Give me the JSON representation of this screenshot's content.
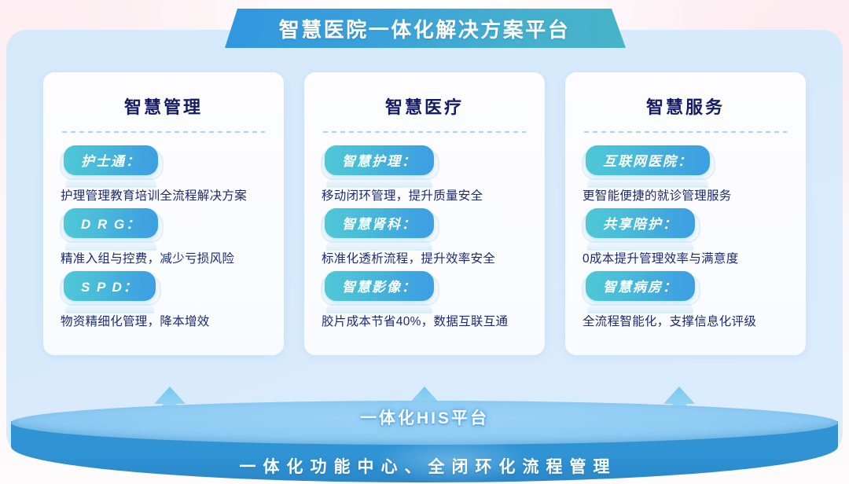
{
  "banner": {
    "title": "智慧医院一体化解决方案平台"
  },
  "colors": {
    "banner_left": "#2f96df",
    "banner_right": "#46b4c9",
    "badge_left": "#4fc8d6",
    "badge_right": "#3c9fe2",
    "card_title": "#141a63",
    "desc_text": "#1d2a72",
    "stage_bg": "#d9ebfc",
    "platform_body": "#2f93d4",
    "platform_top": "#8ecbf3",
    "arrow": "#7dcdf0"
  },
  "columns": [
    {
      "title": "智慧管理",
      "items": [
        {
          "badge": "护士通：",
          "desc": "护理管理教育培训全流程解决方案"
        },
        {
          "badge": "D R G：",
          "desc": "精准入组与控费，减少亏损风险"
        },
        {
          "badge": "S P D：",
          "desc": "物资精细化管理，降本增效"
        }
      ]
    },
    {
      "title": "智慧医疗",
      "items": [
        {
          "badge": "智慧护理：",
          "desc": "移动闭环管理，提升质量安全"
        },
        {
          "badge": "智慧肾科：",
          "desc": "标准化透析流程，提升效率安全"
        },
        {
          "badge": "智慧影像：",
          "desc": "胶片成本节省40%，数据互联互通"
        }
      ]
    },
    {
      "title": "智慧服务",
      "items": [
        {
          "badge": "互联网医院：",
          "desc": "更智能便捷的就诊管理服务"
        },
        {
          "badge": "共享陪护：",
          "desc": "0成本提升管理效率与满意度"
        },
        {
          "badge": "智慧病房：",
          "desc": "全流程智能化，支撑信息化评级"
        }
      ]
    }
  ],
  "platform": {
    "top_label": "一体化HIS平台",
    "band_label": "一体化功能中心、全闭环化流程管理"
  },
  "arrows": [
    {
      "name": "arrow-up-left"
    },
    {
      "name": "arrow-up-center"
    },
    {
      "name": "arrow-up-right"
    }
  ]
}
